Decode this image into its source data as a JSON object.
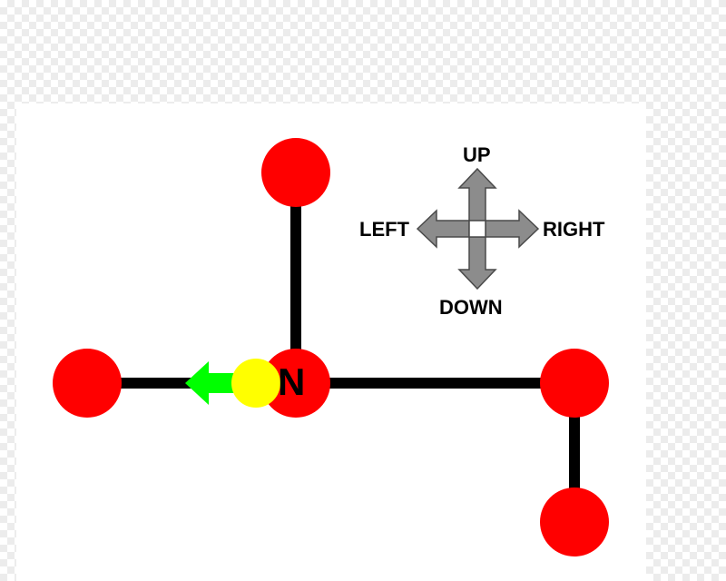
{
  "colors": {
    "edge": "#000000",
    "node": "#ff0000",
    "current_position": "#ffff00",
    "move_arrow": "#00ff00",
    "compass_arrow": "#8c8c8c"
  },
  "graph": {
    "current_node_label": "N",
    "move_direction": "LEFT"
  },
  "compass": {
    "up": "UP",
    "left": "LEFT",
    "right": "RIGHT",
    "down": "DOWN"
  }
}
